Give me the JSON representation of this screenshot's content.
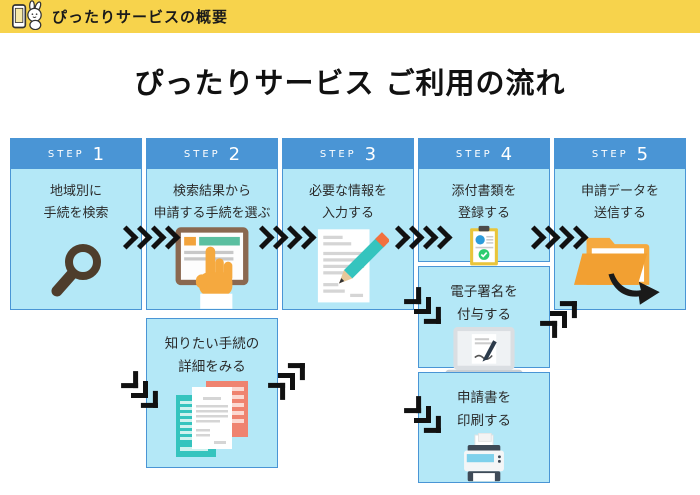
{
  "topbar": {
    "title": "ぴったりサービスの概要",
    "mascot_icon": "rabbit-with-smartphone-mascot"
  },
  "page_title": "ぴったりサービス ご利用の流れ",
  "flow": {
    "steps": [
      {
        "label": "STEP",
        "number": "1",
        "line1": "地域別に",
        "line2": "手続を検索",
        "icon": "magnifier-icon"
      },
      {
        "label": "STEP",
        "number": "2",
        "line1": "検索結果から",
        "line2": "申請する手続を選ぶ",
        "icon": "tablet-touch-icon"
      },
      {
        "label": "STEP",
        "number": "3",
        "line1": "必要な情報を",
        "line2": "入力する",
        "icon": "document-pencil-icon"
      },
      {
        "label": "STEP",
        "number": "4",
        "line1": "添付書類を",
        "line2": "登録する",
        "icon": "clipboard-person-check-icon"
      },
      {
        "label": "STEP",
        "number": "5",
        "line1": "申請データを",
        "line2": "送信する",
        "icon": "folder-send-icon"
      }
    ],
    "optional_boxes": [
      {
        "line1": "知りたい手続の",
        "line2": "詳細をみる",
        "icon": "documents-stack-icon"
      },
      {
        "line1": "電子署名を",
        "line2": "付与する",
        "icon": "laptop-signature-icon"
      },
      {
        "line1": "申請書を",
        "line2": "印刷する",
        "icon": "printer-icon"
      }
    ]
  },
  "colors": {
    "topbar_bg": "#F7D34C",
    "step_header_bg": "#4A95D5",
    "box_bg": "#B4E8F7",
    "box_border": "#4A95D5",
    "arrow_color": "#111111",
    "title_color": "#111111"
  }
}
